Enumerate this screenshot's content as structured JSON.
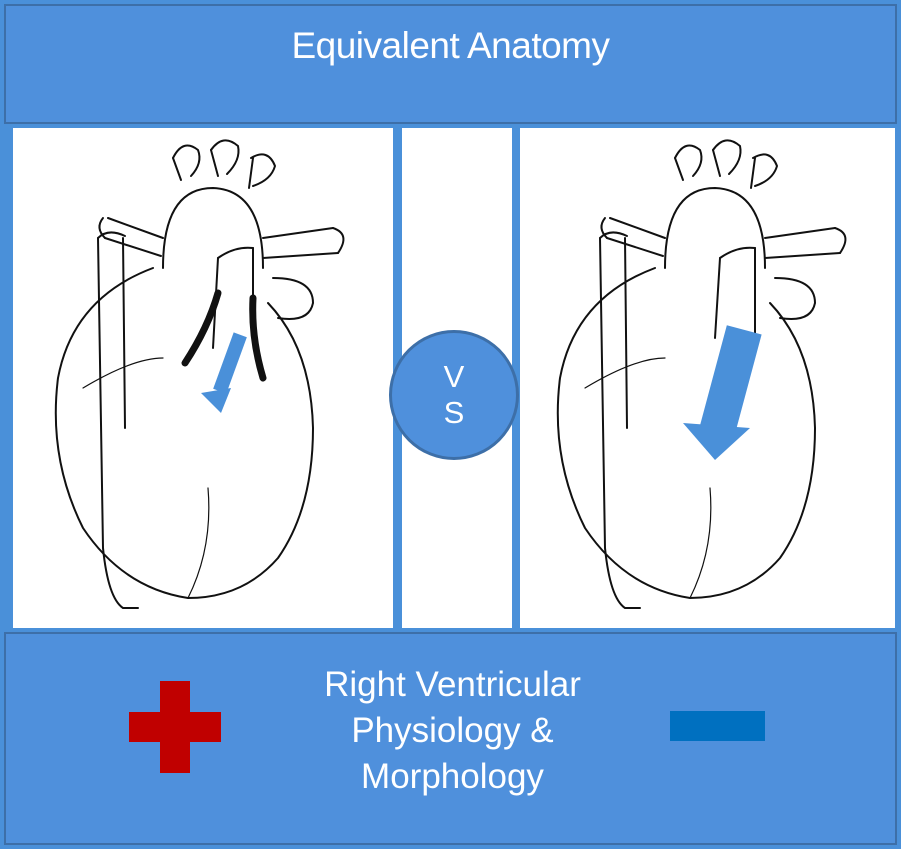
{
  "header": {
    "title": "Equivalent Anatomy"
  },
  "vs": {
    "line1": "V",
    "line2": "S"
  },
  "footer": {
    "line1": "Right Ventricular",
    "line2": "Physiology &",
    "line3": "Morphology"
  },
  "icons": {
    "left": "plus-icon",
    "right": "minus-icon"
  },
  "colors": {
    "accent": "#4f90dc",
    "border": "#3d6fa8",
    "plus": "#c00000",
    "minus": "#0070c0",
    "arrow": "#4a90d9"
  }
}
